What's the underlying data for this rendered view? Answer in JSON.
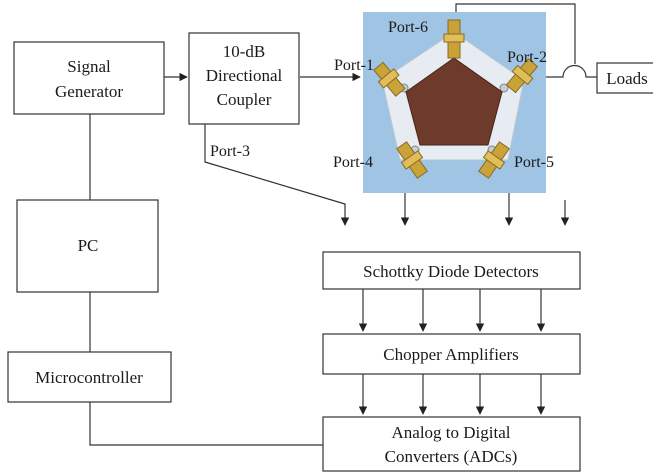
{
  "blocks": {
    "signal_generator": [
      "Signal",
      "Generator"
    ],
    "coupler": [
      "10-dB",
      "Directional",
      "Coupler"
    ],
    "pc": "PC",
    "microcontroller": "Microcontroller",
    "loads": "Loads",
    "detectors": "Schottky Diode Detectors",
    "chopper": "Chopper Amplifiers",
    "adc": [
      "Analog to Digital",
      "Converters (ADCs)"
    ]
  },
  "ports": {
    "p1": "Port-1",
    "p2": "Port-2",
    "p3": "Port-3",
    "p4": "Port-4",
    "p5": "Port-5",
    "p6": "Port-6"
  },
  "colors": {
    "photo_background": "#9fc4e4",
    "board": "#6e3a2b",
    "connector": "#c9a23a"
  }
}
